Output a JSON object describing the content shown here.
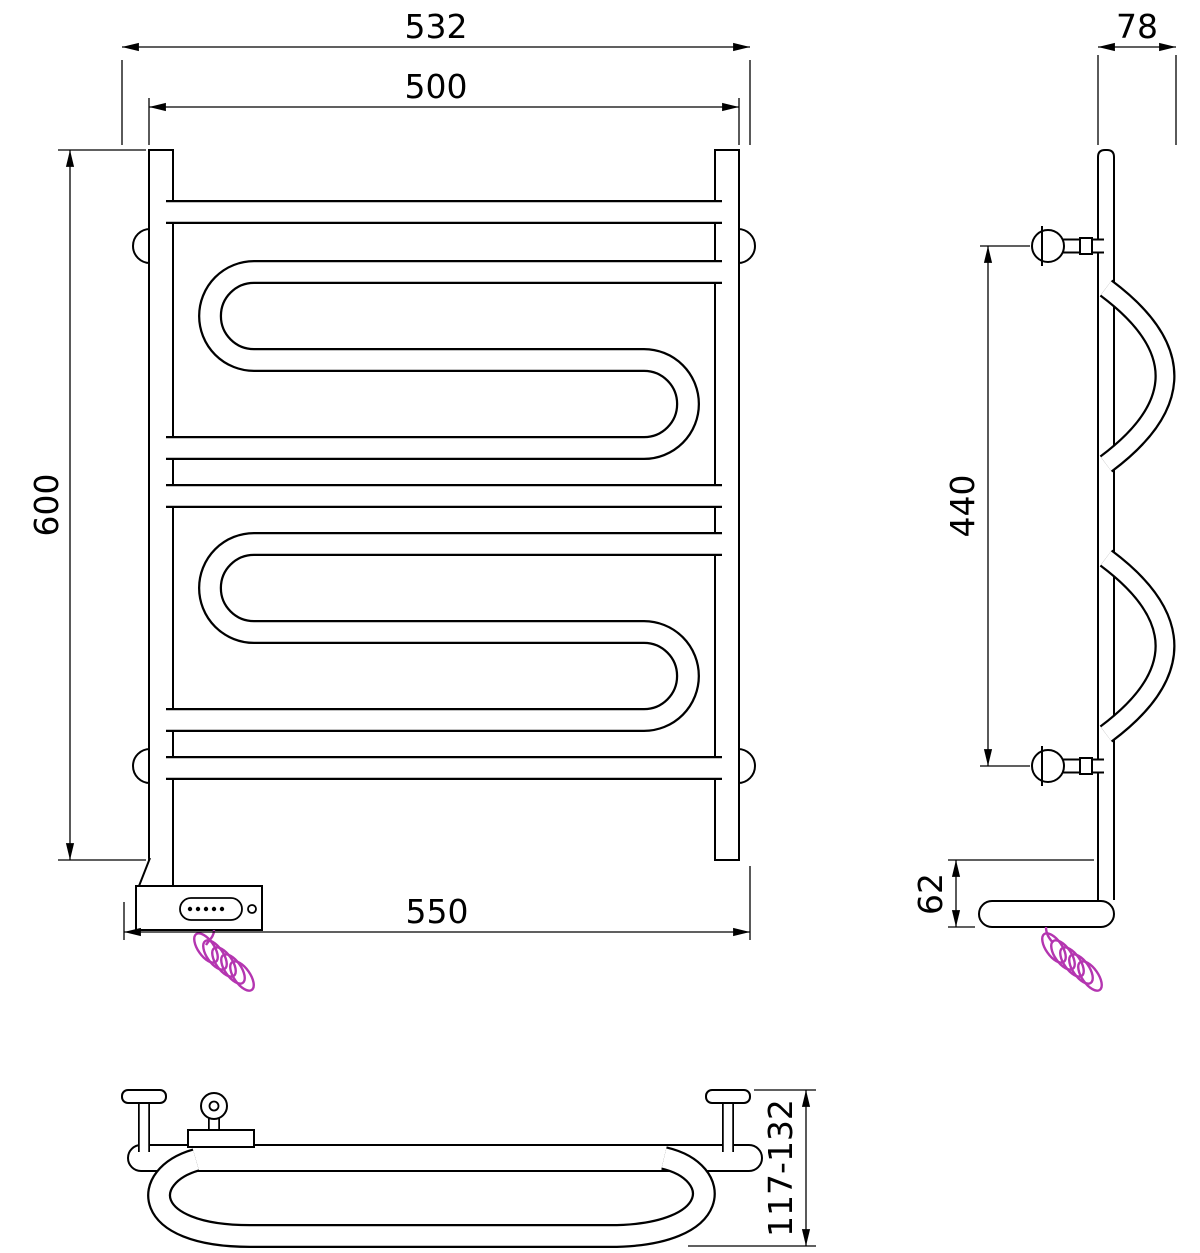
{
  "colors": {
    "line": "#000000",
    "cord": "#b435b0",
    "background": "#ffffff"
  },
  "dimensions": {
    "front": {
      "overall_width": "532",
      "pipe_width": "500",
      "height": "600",
      "bottom_width": "550"
    },
    "side": {
      "depth": "78",
      "mount_spacing": "440",
      "bottom_offset": "62"
    },
    "top": {
      "installed_depth": "117-132"
    }
  }
}
